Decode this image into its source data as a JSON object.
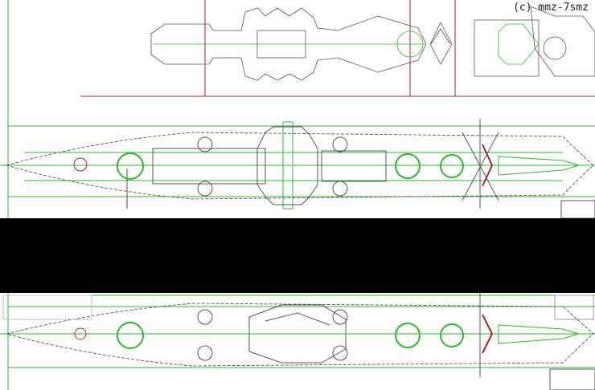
{
  "watermark": "(c) mmz-7smz",
  "colors": {
    "outline": "#555555",
    "green": "#2fb52f",
    "red": "#a02a2a",
    "band": "#000000"
  },
  "views": [
    {
      "id": "top-partial-plan"
    },
    {
      "id": "upper-deck-plan"
    },
    {
      "id": "lower-deck-plan"
    }
  ]
}
